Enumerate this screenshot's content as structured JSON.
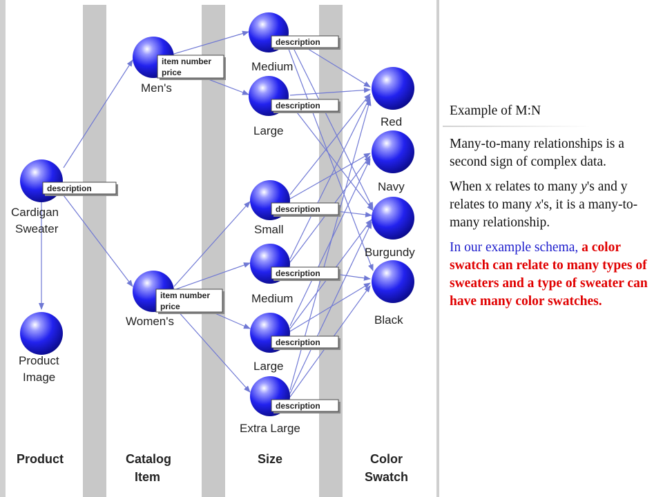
{
  "diagram": {
    "nodes": {
      "cardigan": [
        "Cardigan",
        "Sweater"
      ],
      "product_image": [
        "Product",
        "Image"
      ],
      "mens": "Men's",
      "womens": "Women's",
      "medium1": "Medium",
      "large1": "Large",
      "small": "Small",
      "medium2": "Medium",
      "large2": "Large",
      "xlarge": "Extra Large",
      "red": "Red",
      "navy": "Navy",
      "burgundy": "Burgundy",
      "black": "Black"
    },
    "tags": {
      "description": "description",
      "item_number": "item number",
      "price": "price"
    },
    "columns": {
      "product": "Product",
      "catalog_item": [
        "Catalog",
        "Item"
      ],
      "size": "Size",
      "color_swatch": [
        "Color",
        "Swatch"
      ]
    },
    "colors": {
      "node": "#1a1aff",
      "band": "#c8c8c8",
      "arrow": "#6f78d4"
    }
  },
  "panel": {
    "title": "Example of M:N",
    "p1": "Many-to-many relationships is a second sign of complex data.",
    "p2_a": "When x relates to many ",
    "p2_y": "y",
    "p2_b": "'s and y relates to many ",
    "p2_x": "x",
    "p2_c": "'s, it is a many-to-many relationship.",
    "p3_blue": "In our example schema, ",
    "p3_red": "a color swatch can relate to many types of sweaters and a type of sweater can have many color swatches.",
    "colors": {
      "blue": "#1c1ccc",
      "red": "#e00000"
    }
  }
}
